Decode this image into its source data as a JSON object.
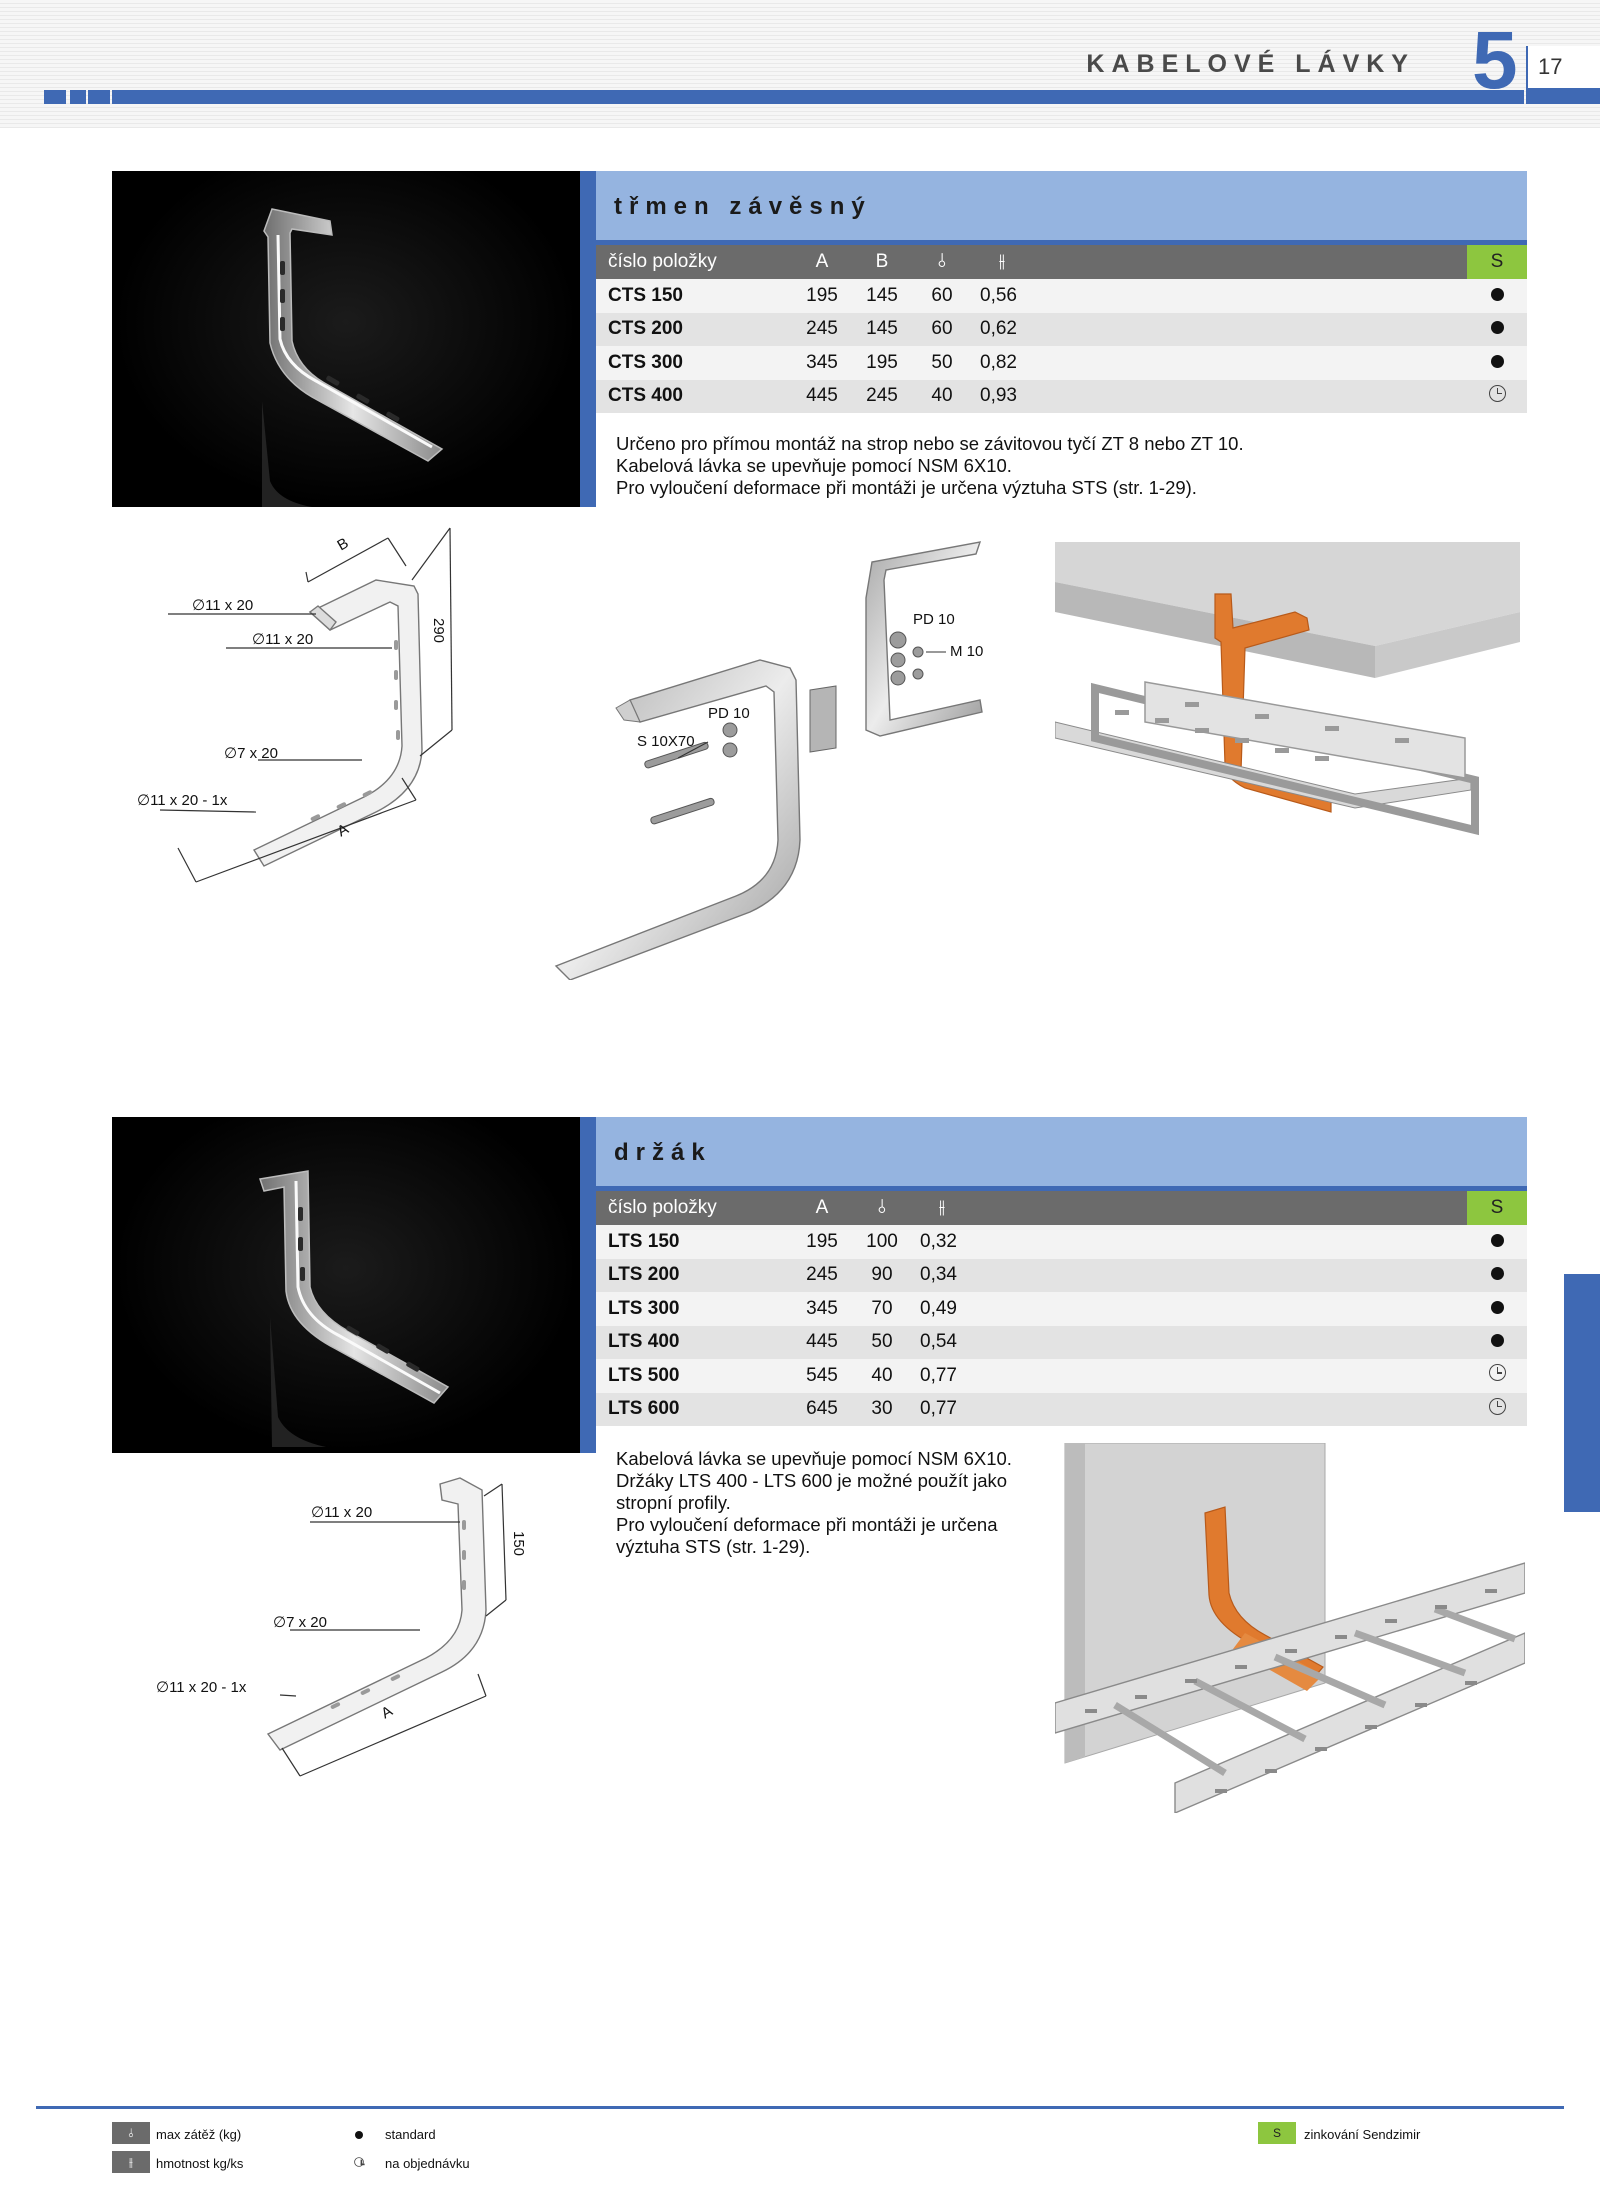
{
  "header": {
    "title": "KABELOVÉ LÁVKY",
    "chapter": "5",
    "page": "17"
  },
  "sections": [
    {
      "title": "třmen závěsný",
      "columns": [
        "číslo položky",
        "A",
        "B",
        "⫰",
        "⫲",
        "S"
      ],
      "rows": [
        {
          "code": "CTS 150",
          "a": "195",
          "b": "145",
          "load": "60",
          "weight": "0,56",
          "avail": "standard"
        },
        {
          "code": "CTS 200",
          "a": "245",
          "b": "145",
          "load": "60",
          "weight": "0,62",
          "avail": "standard"
        },
        {
          "code": "CTS 300",
          "a": "345",
          "b": "195",
          "load": "50",
          "weight": "0,82",
          "avail": "standard"
        },
        {
          "code": "CTS 400",
          "a": "445",
          "b": "245",
          "load": "40",
          "weight": "0,93",
          "avail": "order"
        }
      ],
      "description": [
        "Určeno pro přímou montáž na strop nebo se závitovou tyčí ZT 8 nebo ZT 10.",
        "Kabelová lávka se upevňuje pomocí NSM 6X10.",
        "Pro vyloučení deformace při montáži je určena výztuha STS (str. 1-29)."
      ],
      "drawing_labels": {
        "b": "B",
        "d1": "∅11 x 20",
        "d2": "∅11 x 20",
        "h": "290",
        "d3": "∅7 x 20",
        "d4": "∅11 x 20 - 1x",
        "a": "A"
      },
      "assembly_labels": {
        "pd1": "PD 10",
        "m10": "M 10",
        "pd2": "PD 10",
        "s": "S 10X70"
      }
    },
    {
      "title": "držák",
      "columns": [
        "číslo položky",
        "A",
        "⫰",
        "⫲",
        "S"
      ],
      "rows": [
        {
          "code": "LTS 150",
          "a": "195",
          "load": "100",
          "weight": "0,32",
          "avail": "standard"
        },
        {
          "code": "LTS 200",
          "a": "245",
          "load": "90",
          "weight": "0,34",
          "avail": "standard"
        },
        {
          "code": "LTS 300",
          "a": "345",
          "load": "70",
          "weight": "0,49",
          "avail": "standard"
        },
        {
          "code": "LTS 400",
          "a": "445",
          "load": "50",
          "weight": "0,54",
          "avail": "standard"
        },
        {
          "code": "LTS 500",
          "a": "545",
          "load": "40",
          "weight": "0,77",
          "avail": "order"
        },
        {
          "code": "LTS 600",
          "a": "645",
          "load": "30",
          "weight": "0,77",
          "avail": "order"
        }
      ],
      "description": [
        "Kabelová lávka se upevňuje pomocí NSM 6X10.",
        "Držáky LTS 400 - LTS 600 je možné použít jako",
        "stropní profily.",
        "Pro vyloučení deformace při montáži je určena",
        "výztuha STS (str. 1-29)."
      ],
      "drawing_labels": {
        "d1": "∅11 x 20",
        "h": "150",
        "d3": "∅7 x 20",
        "d4": "∅11 x 20 - 1x",
        "a": "A"
      }
    }
  ],
  "legend": {
    "max_load_icon": "⫰",
    "max_load": "max zátěž (kg)",
    "weight_icon": "⫲",
    "weight": "hmotnost kg/ks",
    "standard": "standard",
    "on_order": "na objednávku",
    "sendzimir_code": "S",
    "sendzimir": "zinkování Sendzimir"
  },
  "colors": {
    "accent": "#3f69b4",
    "header_light": "#95b4e0",
    "green": "#8dc63f",
    "orange": "#e07a2e"
  }
}
